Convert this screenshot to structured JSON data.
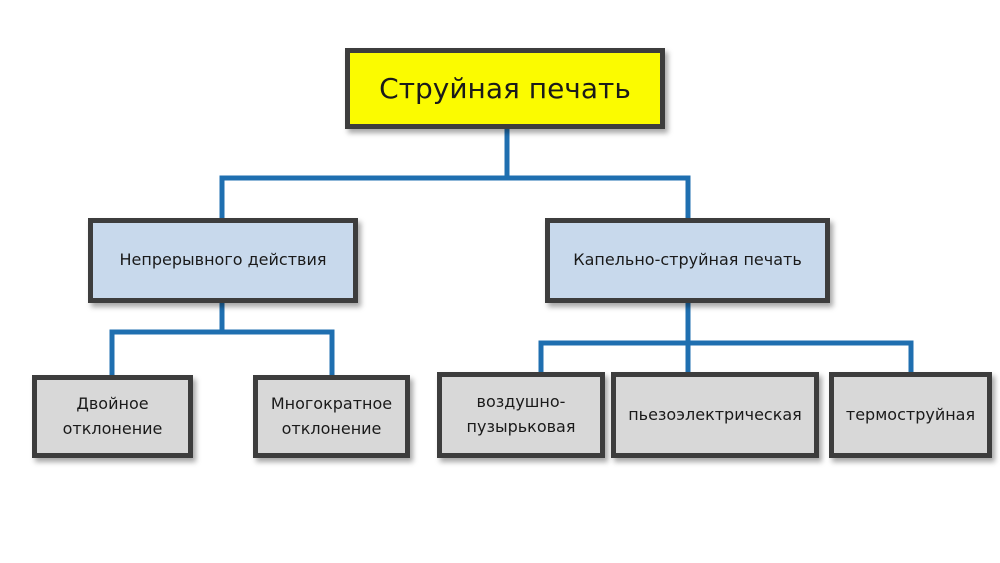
{
  "diagram": {
    "root": {
      "label": "Струйная печать"
    },
    "left_branch": {
      "label": "Непрерывного действия",
      "children": [
        {
          "label": "Двойное\nотклонение"
        },
        {
          "label": "Многократное\nотклонение"
        }
      ]
    },
    "right_branch": {
      "label": "Капельно-струйная печать",
      "children": [
        {
          "label": "воздушно-\nпузырьковая"
        },
        {
          "label": "пьезоэлектрическая"
        },
        {
          "label": "термоструйная"
        }
      ]
    }
  },
  "colors": {
    "root_fill": "#fbfb00",
    "mid_fill": "#c8d9ec",
    "leaf_fill": "#d8d8d8",
    "border": "#3d3d3d",
    "connector": "#1f6fb0"
  }
}
